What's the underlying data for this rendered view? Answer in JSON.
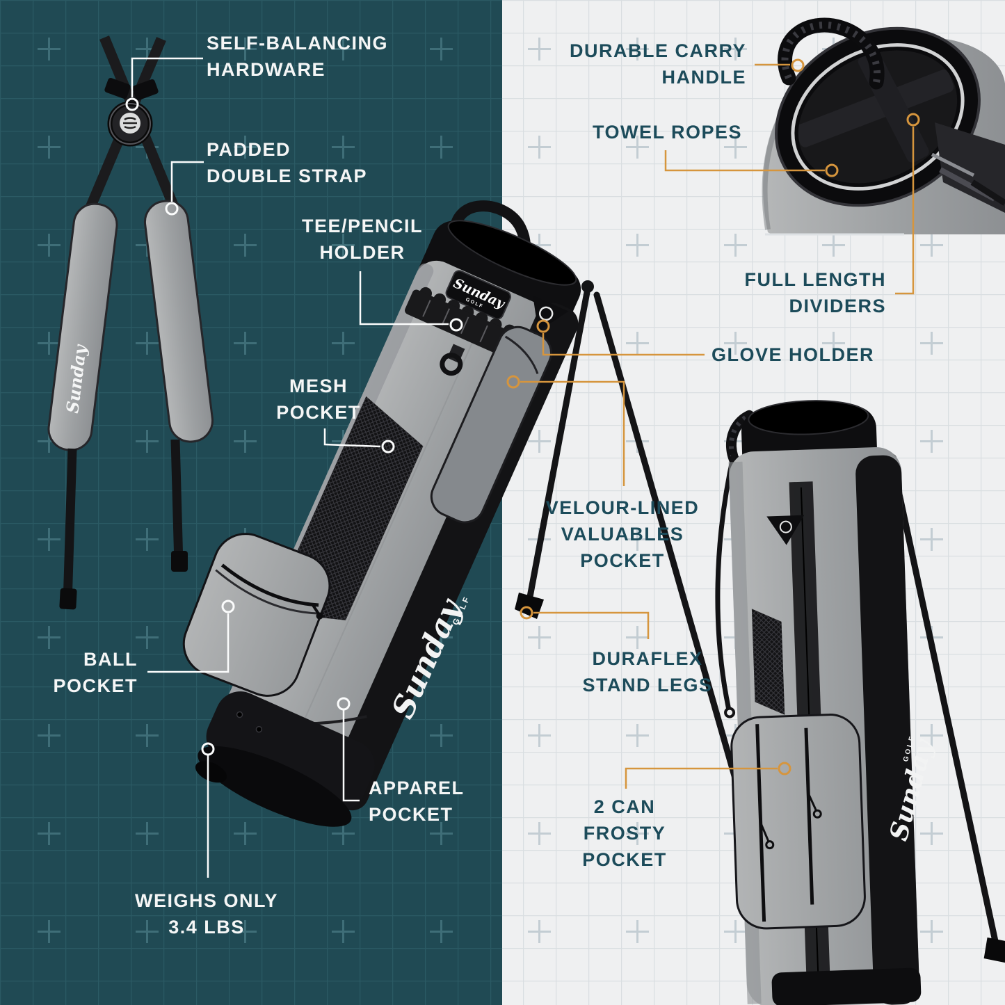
{
  "colors": {
    "teal_bg": "#204a54",
    "teal_grid": "#2b5a64",
    "teal_plus": "#3f6e78",
    "light_bg": "#eff0f1",
    "light_grid": "#d9dee1",
    "light_plus": "#c3cdd3",
    "text_light": "#f5f6f6",
    "text_dark": "#1c4b5a",
    "accent_orange": "#d6953d",
    "line_white": "#fbfcfc"
  },
  "brand": {
    "script": "Sunday",
    "sub": "GOLF"
  },
  "labels": {
    "self_balancing": {
      "lines": [
        "SELF-BALANCING",
        "HARDWARE"
      ]
    },
    "padded": {
      "lines": [
        "PADDED",
        "DOUBLE STRAP"
      ]
    },
    "tee_pencil": {
      "lines": [
        "TEE/PENCIL",
        "HOLDER"
      ]
    },
    "mesh": {
      "lines": [
        "MESH",
        "POCKET"
      ]
    },
    "ball": {
      "lines": [
        "BALL",
        "POCKET"
      ]
    },
    "apparel": {
      "lines": [
        "APPAREL",
        "POCKET"
      ]
    },
    "weighs": {
      "lines": [
        "WEIGHS ONLY",
        "3.4 LBS"
      ]
    },
    "durable": {
      "lines": [
        "DURABLE CARRY",
        "HANDLE"
      ]
    },
    "towel": {
      "lines": [
        "TOWEL ROPES"
      ]
    },
    "full_length": {
      "lines": [
        "FULL LENGTH",
        "DIVIDERS"
      ]
    },
    "glove": {
      "lines": [
        "GLOVE HOLDER"
      ]
    },
    "velour": {
      "lines": [
        "VELOUR-LINED",
        "VALUABLES",
        "POCKET"
      ]
    },
    "duraflex": {
      "lines": [
        "DURAFLEX",
        "STAND LEGS"
      ]
    },
    "frosty": {
      "lines": [
        "2 CAN",
        "FROSTY",
        "POCKET"
      ]
    }
  }
}
